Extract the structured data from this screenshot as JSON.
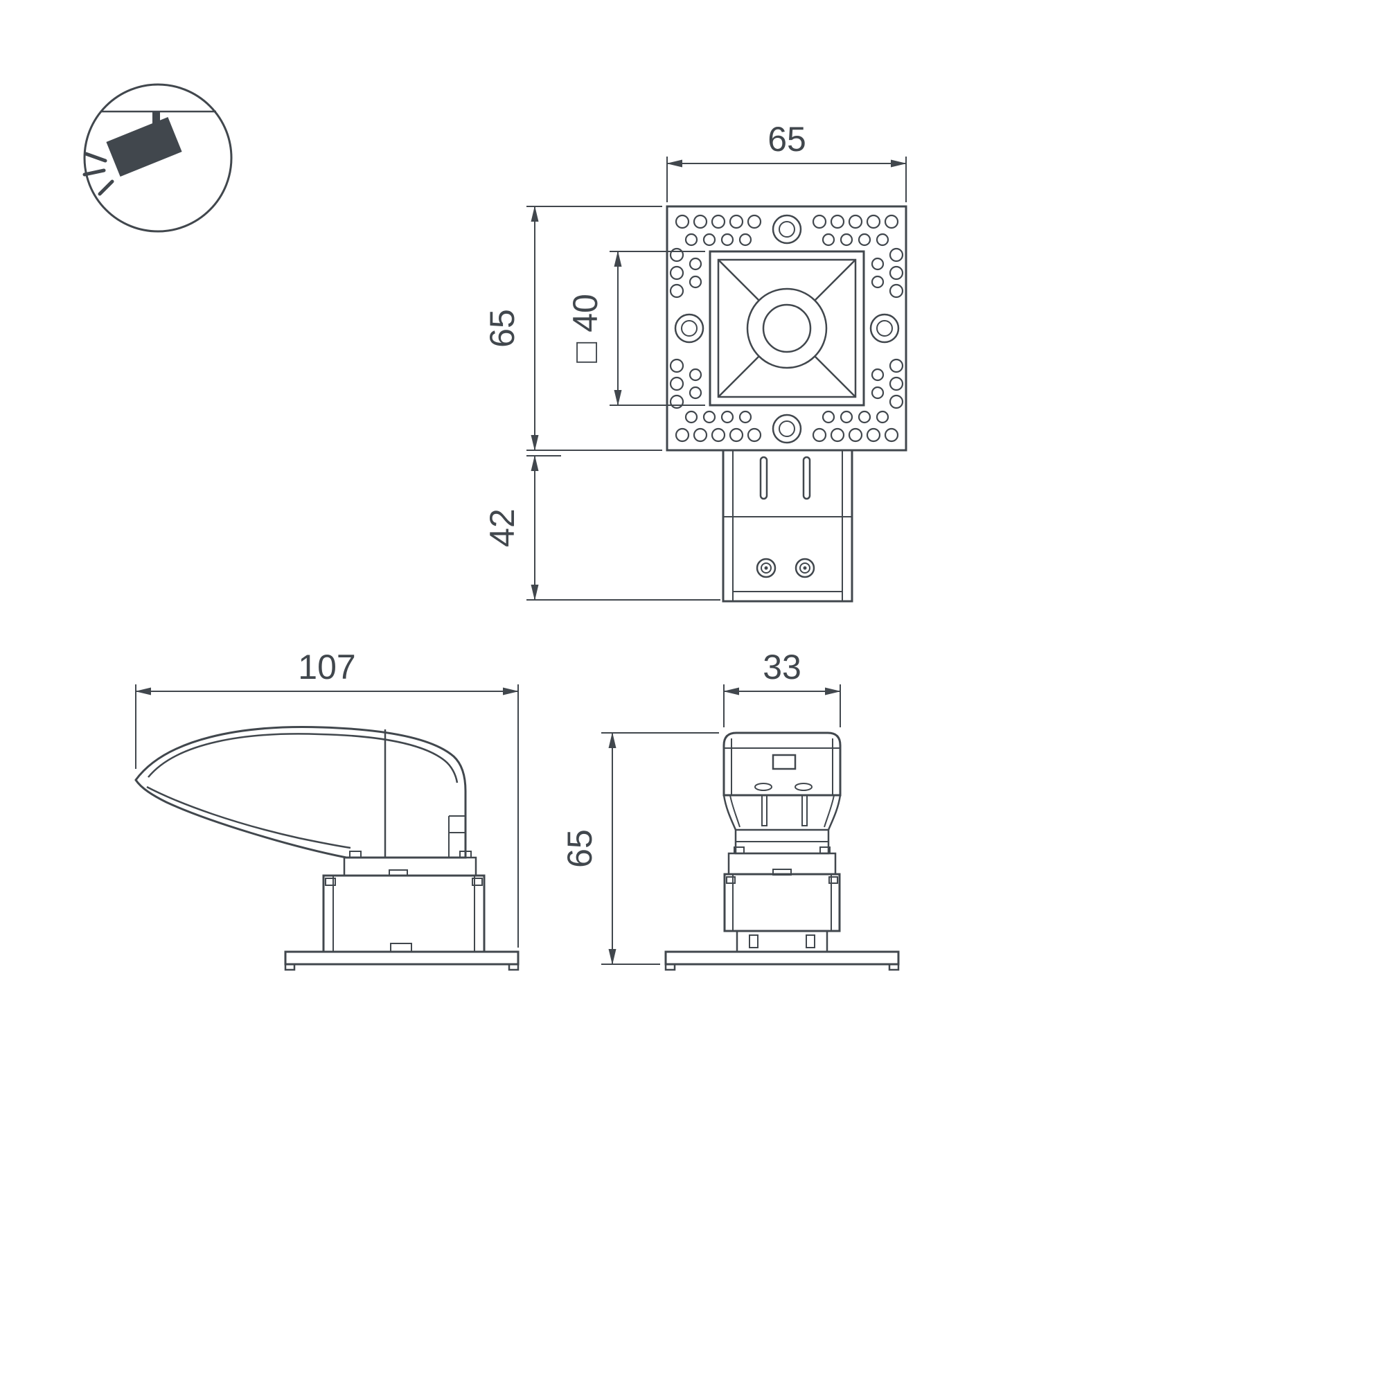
{
  "page": {
    "background": "#ffffff",
    "line_color": "#41474d"
  },
  "badge": {
    "icon": "track-spotlight"
  },
  "dimensions": {
    "front_width": "65",
    "front_height": "65",
    "cutout": "□ 40",
    "mount_depth": "42",
    "side_length": "107",
    "rear_width": "33",
    "overall_height": "65"
  }
}
